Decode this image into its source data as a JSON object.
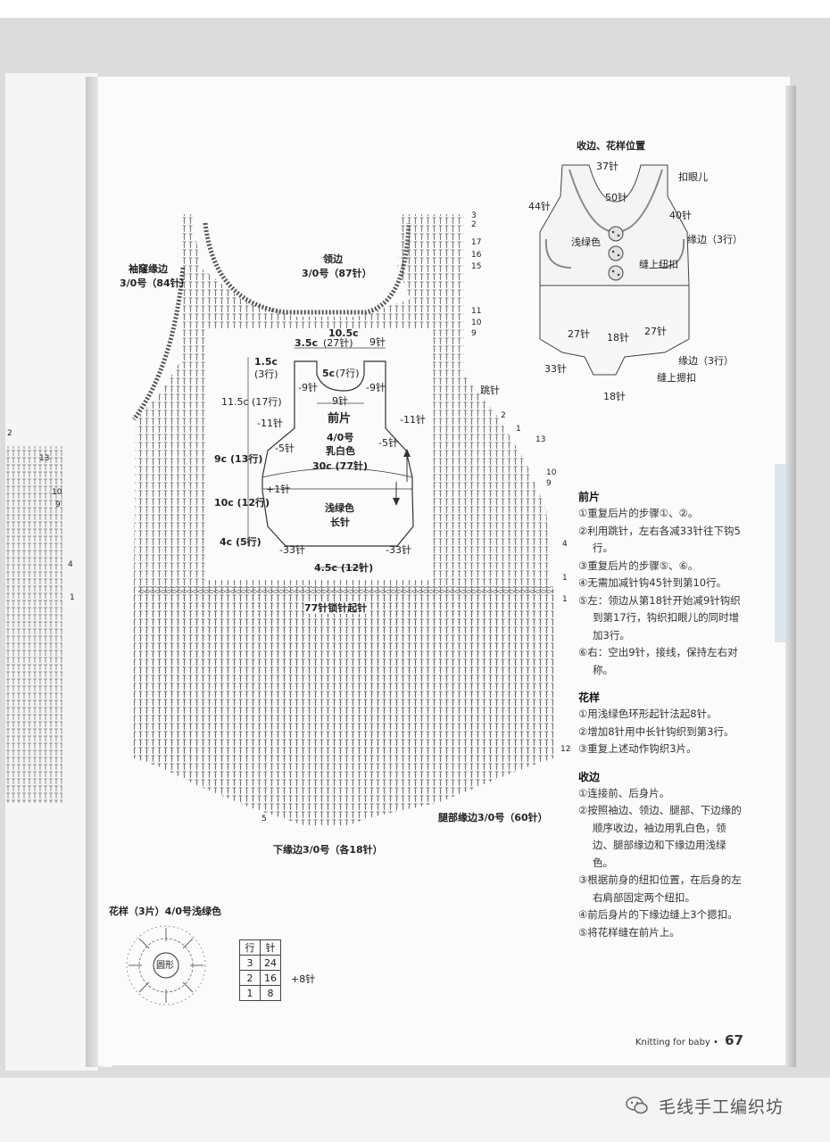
{
  "diagram_labels": {
    "cuff_edging": "袖窿缘边",
    "cuff_spec": "3/0号（84针）",
    "neck_edging": "领边",
    "neck_spec": "3/0号（87针）",
    "w_10_5": "10.5c",
    "w_3_5": "3.5c",
    "w_3_5_sts": "(27针)",
    "w_9sts": "9针",
    "h_1_5": "1.5c",
    "h_1_5_rows": "(3行)",
    "w_5c": "5c",
    "w_5c_rows": "(7行)",
    "dec_9a": "-9针",
    "dec_9b": "-9针",
    "st_9": "9针",
    "h_11_5": "11.5c (17行)",
    "dec_11a": "-11针",
    "dec_11b": "-11针",
    "front_title": "前片",
    "hook_size": "4/0号",
    "cream_color": "乳白色",
    "dec_5a": "-5针",
    "dec_5b": "-5针",
    "h_9c": "9c (13行)",
    "w_30c": "30c (77针)",
    "inc_1": "+1针",
    "h_10c": "10c (12行)",
    "green_color": "浅绿色",
    "long_stitch": "长针",
    "h_4c": "4c (5行)",
    "dec_33a": "-33针",
    "dec_33b": "-33针",
    "w_4_5": "4.5c (12针)",
    "skip_stitch": "跳针",
    "foundation": "77针锁针起针",
    "leg_edging": "腿部缘边3/0号（60针）",
    "hem_edging": "下缘边3/0号（各18针）"
  },
  "row_numbers_right": [
    "3",
    "2",
    "17",
    "16",
    "15",
    "11",
    "10",
    "9",
    "2",
    "1",
    "13",
    "10",
    "9",
    "4",
    "1",
    "1",
    "12",
    "5"
  ],
  "row_numbers_left": [
    "2",
    "13",
    "10",
    "9",
    "4",
    "1"
  ],
  "overview": {
    "title": "收边、花样位置",
    "sts_37": "37针",
    "buttonhole": "扣眼儿",
    "sts_50": "50针",
    "sts_44": "44针",
    "sts_40": "40针",
    "edging_3rows": "缘边（3行）",
    "green": "浅绿色",
    "sew_buttons": "缝上纽扣",
    "sts_27a": "27针",
    "sts_18a": "18针",
    "sts_27b": "27针",
    "sts_33": "33针",
    "edging_3rows_b": "缘边（3行）",
    "sew_snaps": "缝上摁扣",
    "sts_18b": "18针"
  },
  "motif": {
    "title": "花样（3片）4/0号浅绿色",
    "center_label": "圆形",
    "table_headers": [
      "行",
      "针"
    ],
    "table_rows": [
      [
        "3",
        "24"
      ],
      [
        "2",
        "16"
      ],
      [
        "1",
        "8"
      ]
    ],
    "increase_note": "+8针"
  },
  "notes": {
    "front": {
      "title": "前片",
      "items": [
        "①重复后片的步骤①、②。",
        "②利用跳针，左右各减33针往下钩5行。",
        "③重复后片的步骤⑤、⑥。",
        "④无需加减针钩45针到第10行。",
        "⑤左：领边从第18针开始减9针钩织到第17行，钩织扣眼儿的同时增加3行。",
        "⑥右：空出9针，接线，保持左右对称。"
      ]
    },
    "pattern": {
      "title": "花样",
      "items": [
        "①用浅绿色环形起针法起8针。",
        "②增加8针用中长针钩织到第3行。",
        "③重复上述动作钩织3片。"
      ]
    },
    "finishing": {
      "title": "收边",
      "items": [
        "①连接前、后身片。",
        "②按照袖边、领边、腿部、下边缘的顺序收边，袖边用乳白色，领边、腿部缘边和下缘边用浅绿色。",
        "③根据前身的纽扣位置，在后身的左右肩部固定两个纽扣。",
        "④前后身片的下缘边缝上3个摁扣。",
        "⑤将花样缝在前片上。"
      ]
    }
  },
  "footer": {
    "book": "Knitting for baby",
    "sep": "•",
    "page": "67"
  },
  "watermark": "毛线手工编织坊",
  "colors": {
    "paper": "#fbfbfb",
    "ink": "#222222",
    "desk": "#dcdcdc"
  }
}
